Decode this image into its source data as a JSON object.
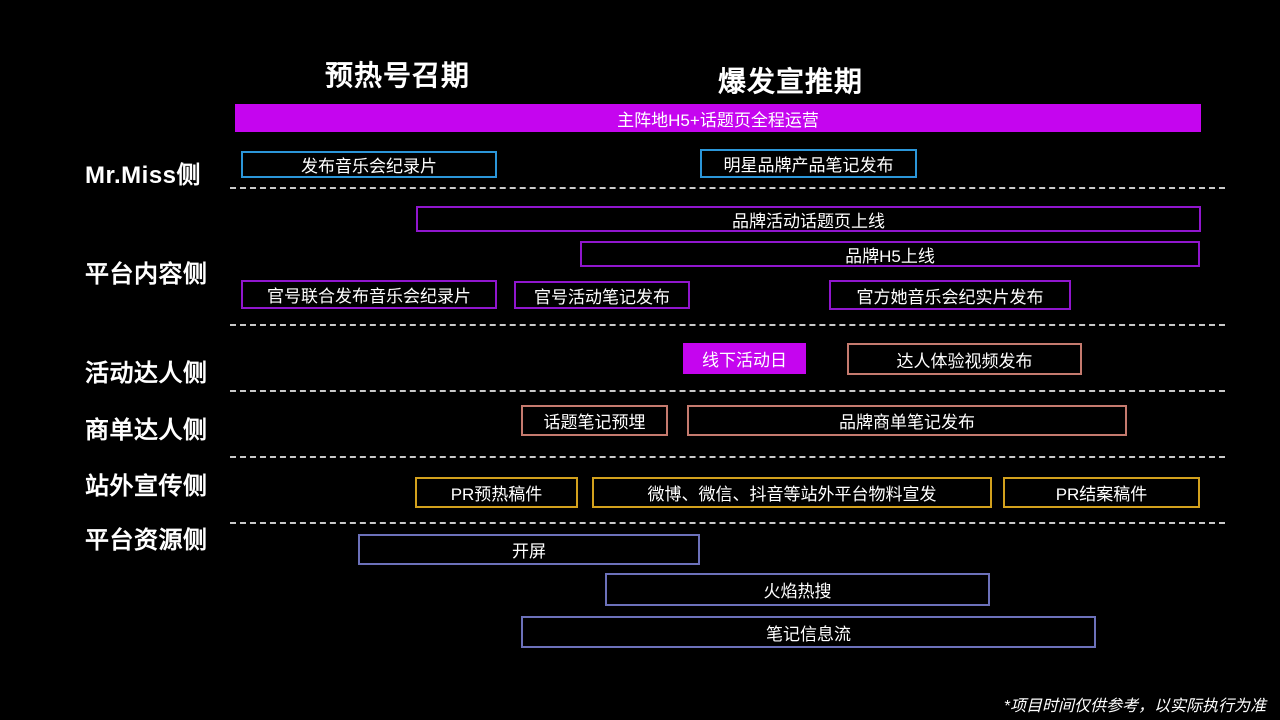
{
  "phases": [
    {
      "label": "预热号召期"
    },
    {
      "label": "爆发宣推期"
    }
  ],
  "banner": {
    "label": "主阵地H5+话题页全程运营"
  },
  "rows": [
    {
      "label": "Mr.Miss侧",
      "boxes": [
        {
          "text": "发布音乐会纪录片"
        },
        {
          "text": "明星品牌产品笔记发布"
        }
      ]
    },
    {
      "label": "平台内容侧",
      "boxes": [
        {
          "text": "品牌活动话题页上线"
        },
        {
          "text": "品牌H5上线"
        },
        {
          "text": "官号联合发布音乐会纪录片"
        },
        {
          "text": "官号活动笔记发布"
        },
        {
          "text": "官方她音乐会纪实片发布"
        }
      ]
    },
    {
      "label": "活动达人侧",
      "boxes": [
        {
          "text": "线下活动日"
        },
        {
          "text": "达人体验视频发布"
        }
      ]
    },
    {
      "label": "商单达人侧",
      "boxes": [
        {
          "text": "话题笔记预埋"
        },
        {
          "text": "品牌商单笔记发布"
        }
      ]
    },
    {
      "label": "站外宣传侧",
      "boxes": [
        {
          "text": "PR预热稿件"
        },
        {
          "text": "微博、微信、抖音等站外平台物料宣发"
        },
        {
          "text": "PR结案稿件"
        }
      ]
    },
    {
      "label": "平台资源侧",
      "boxes": [
        {
          "text": "开屏"
        },
        {
          "text": "火焰热搜"
        },
        {
          "text": "笔记信息流"
        }
      ]
    }
  ],
  "footnote": "*项目时间仅供参考，以实际执行为准",
  "colors": {
    "background": "#000000",
    "magenta_fill": "#C505EF",
    "blue_border": "#2B96D9",
    "purple_border": "#9016CE",
    "salmon_border": "#C57A6E",
    "gold_border": "#D3A11D",
    "periwinkle_border": "#6C71BA",
    "dash_gray": "#C9C9C9",
    "text_white": "#FFFFFF"
  }
}
